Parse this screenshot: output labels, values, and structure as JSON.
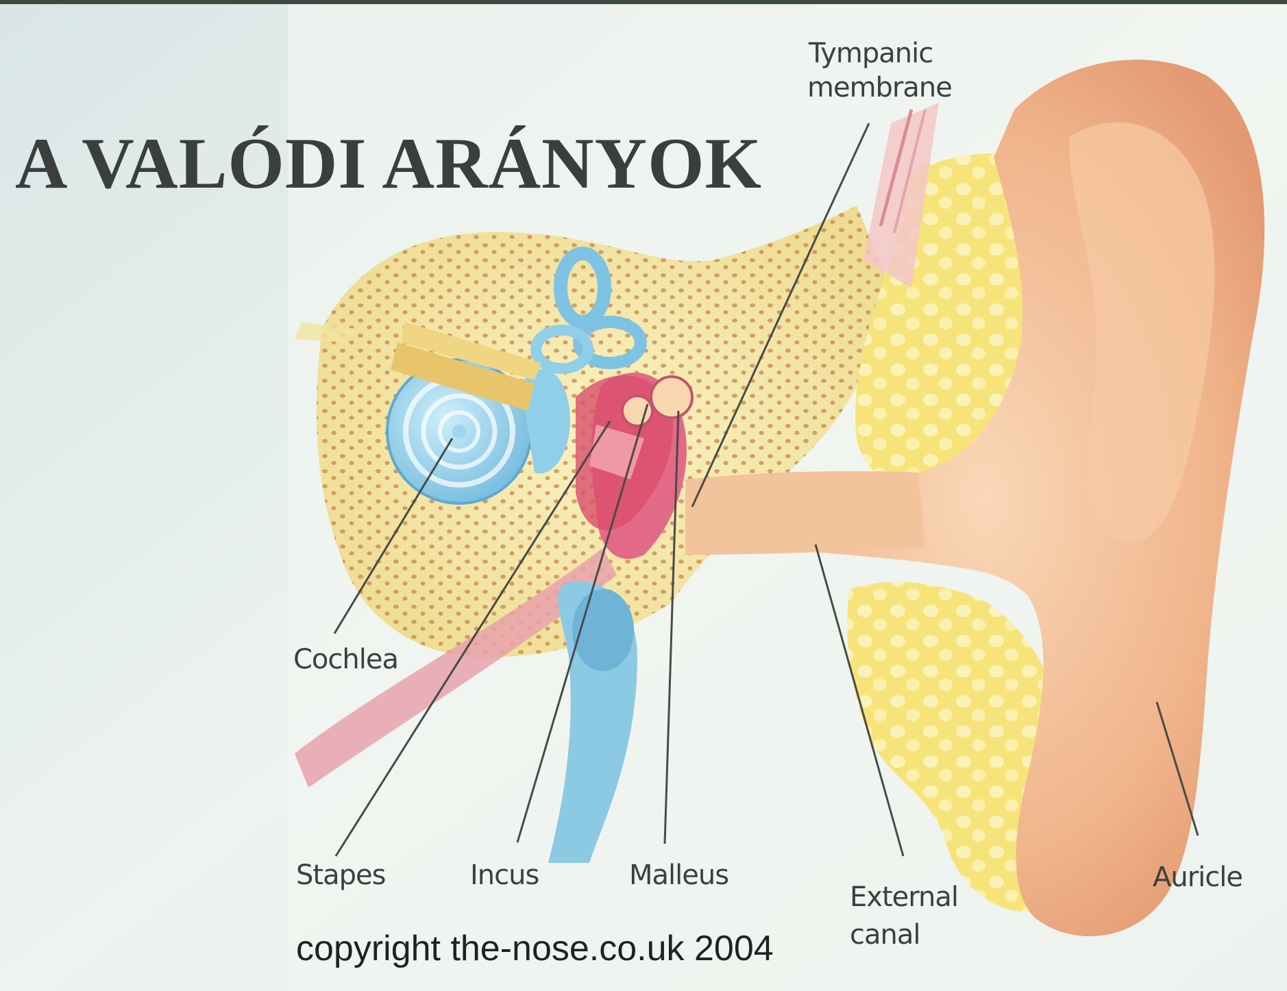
{
  "slide": {
    "title": "A VALÓDI ARÁNYOK",
    "copyright": "copyright the-nose.co.uk 2004"
  },
  "labels": {
    "tympanic_line1": "Tympanic",
    "tympanic_line2": "membrane",
    "cochlea": "Cochlea",
    "stapes": "Stapes",
    "incus": "Incus",
    "malleus": "Malleus",
    "external_line1": "External",
    "external_line2": "canal",
    "auricle": "Auricle"
  },
  "colors": {
    "background": "#dfe9ea",
    "bone": "#f3e9a8",
    "skin": "#f2b98f",
    "cochlea": "#8fcfe8",
    "ossicles": "#e07088",
    "fat": "#f4e26a"
  }
}
